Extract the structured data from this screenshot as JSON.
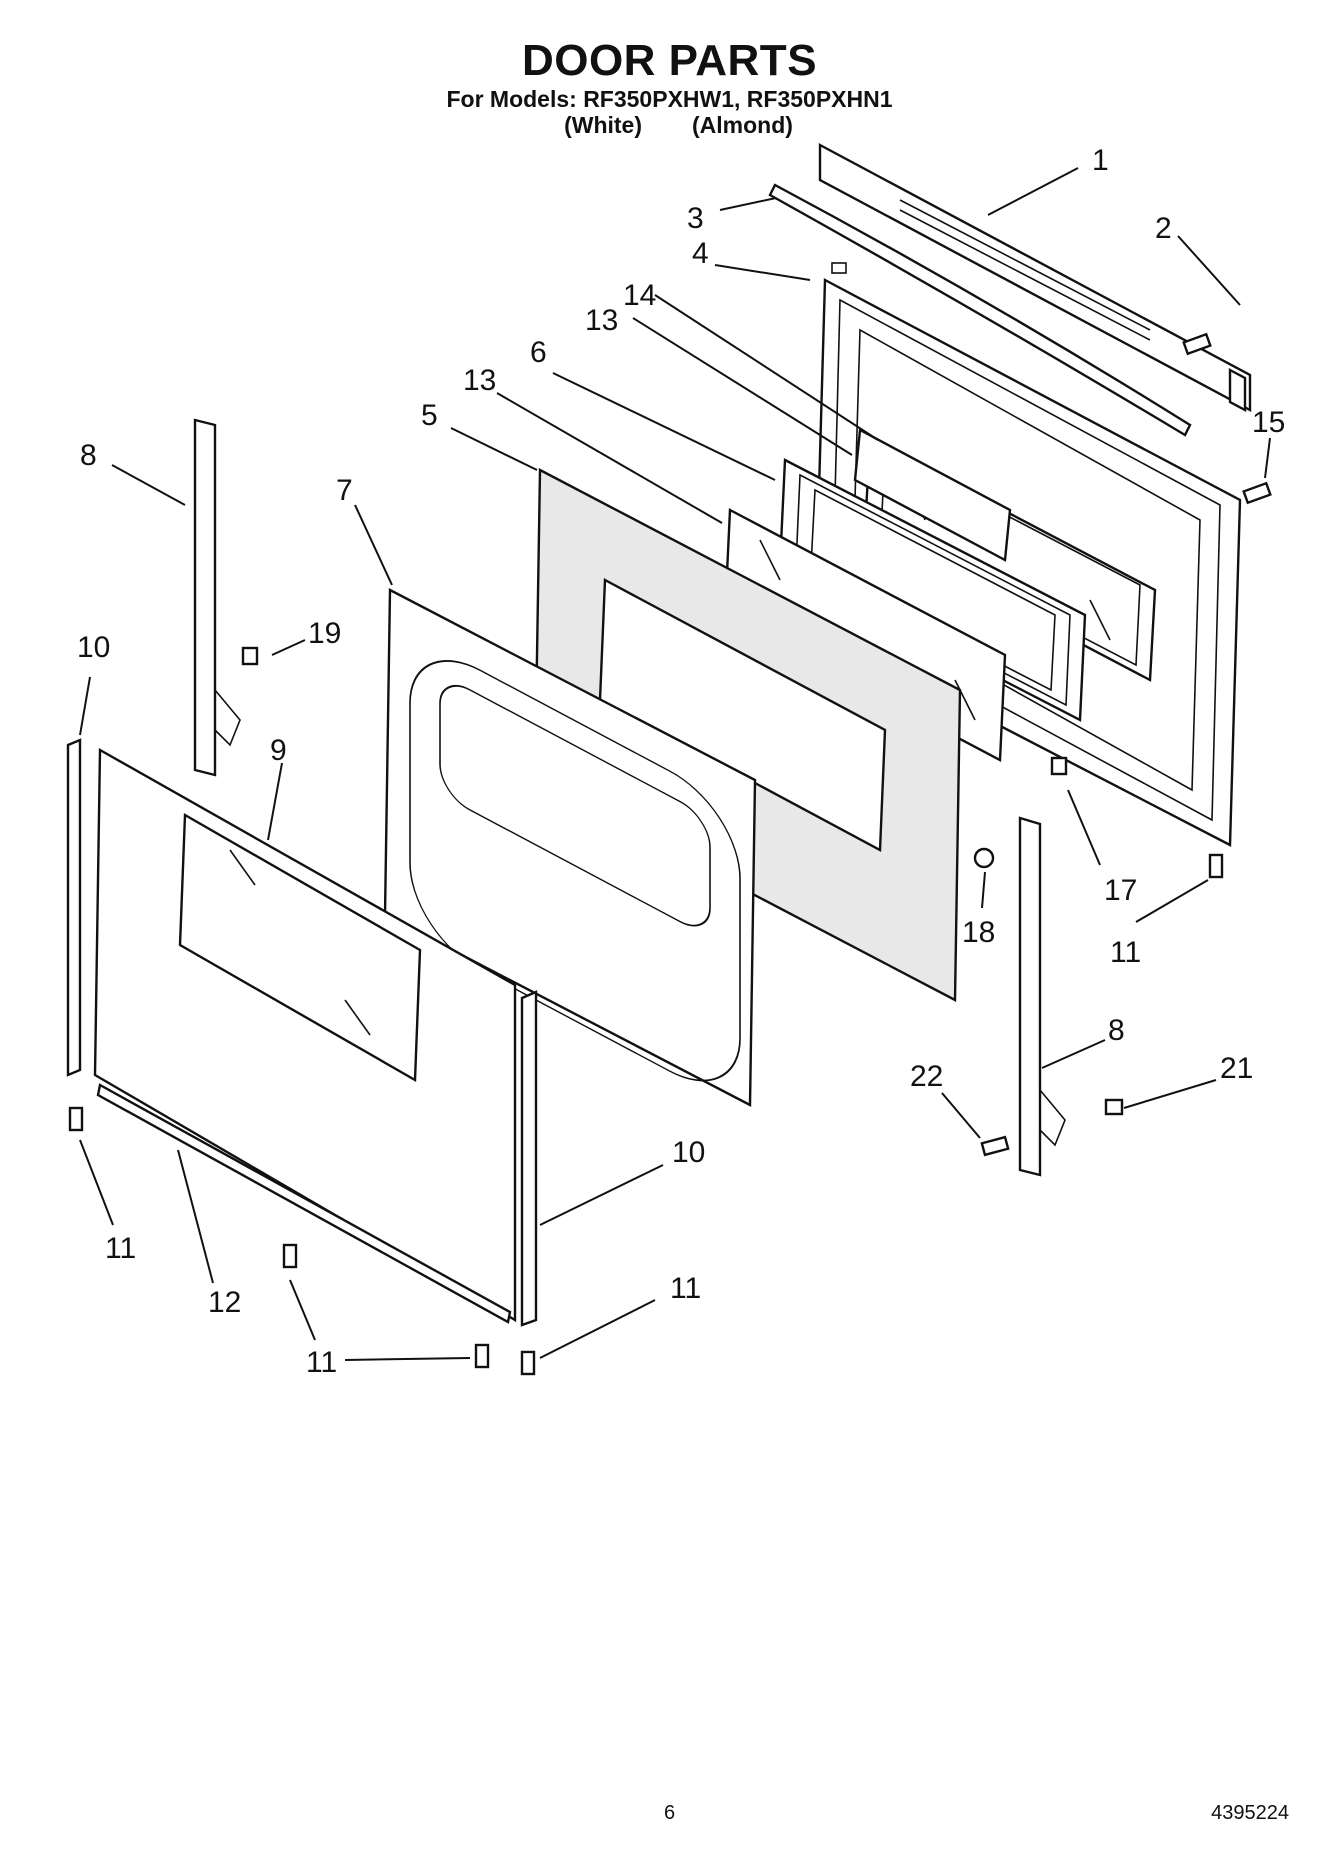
{
  "header": {
    "title": "DOOR PARTS",
    "models_line": "For Models: RF350PXHW1, RF350PXHN1",
    "color_white": "(White)",
    "color_almond": "(Almond)"
  },
  "callouts": [
    {
      "id": "c1",
      "label": "1"
    },
    {
      "id": "c2",
      "label": "2"
    },
    {
      "id": "c3",
      "label": "3"
    },
    {
      "id": "c4",
      "label": "4"
    },
    {
      "id": "c14",
      "label": "14"
    },
    {
      "id": "c13a",
      "label": "13"
    },
    {
      "id": "c6",
      "label": "6"
    },
    {
      "id": "c13b",
      "label": "13"
    },
    {
      "id": "c5",
      "label": "5"
    },
    {
      "id": "c15",
      "label": "15"
    },
    {
      "id": "c8a",
      "label": "8"
    },
    {
      "id": "c7",
      "label": "7"
    },
    {
      "id": "c19",
      "label": "19"
    },
    {
      "id": "c10a",
      "label": "10"
    },
    {
      "id": "c9",
      "label": "9"
    },
    {
      "id": "c17",
      "label": "17"
    },
    {
      "id": "c18",
      "label": "18"
    },
    {
      "id": "c11a",
      "label": "11"
    },
    {
      "id": "c8b",
      "label": "8"
    },
    {
      "id": "c21",
      "label": "21"
    },
    {
      "id": "c22",
      "label": "22"
    },
    {
      "id": "c10b",
      "label": "10"
    },
    {
      "id": "c11b",
      "label": "11"
    },
    {
      "id": "c12",
      "label": "12"
    },
    {
      "id": "c11c",
      "label": "11"
    },
    {
      "id": "c11d",
      "label": "11"
    }
  ],
  "footer": {
    "page_number": "6",
    "document_number": "4395224"
  }
}
